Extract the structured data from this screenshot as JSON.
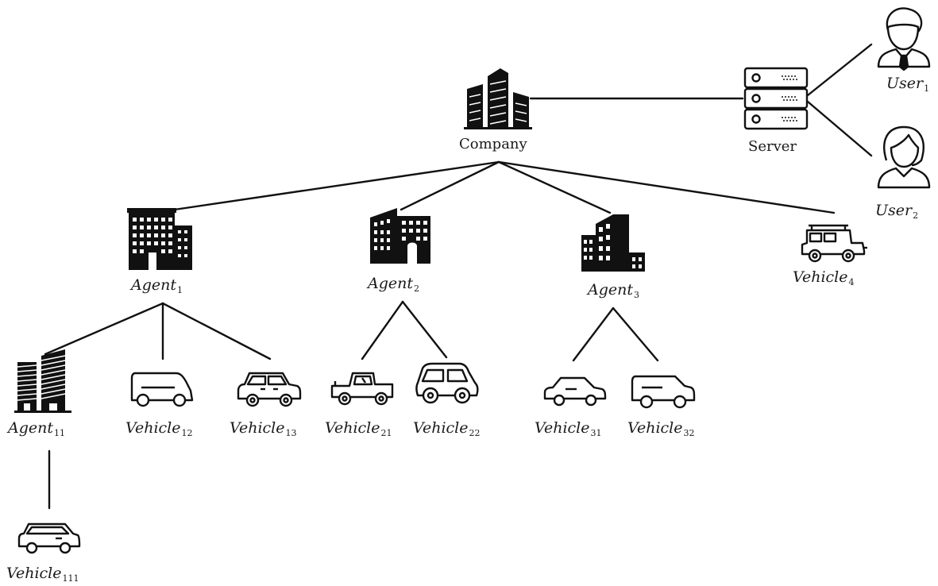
{
  "nodes": {
    "company": {
      "label": "Company",
      "icon": "office-towers-icon"
    },
    "server": {
      "label": "Server",
      "icon": "server-rack-icon"
    },
    "user1": {
      "name": "User",
      "sub": "1",
      "icon": "man-avatar-icon"
    },
    "user2": {
      "name": "User",
      "sub": "2",
      "icon": "woman-avatar-icon"
    },
    "agent1": {
      "name": "Agent",
      "sub": "1",
      "icon": "office-building-icon"
    },
    "agent2": {
      "name": "Agent",
      "sub": "2",
      "icon": "office-building-icon"
    },
    "agent3": {
      "name": "Agent",
      "sub": "3",
      "icon": "city-buildings-icon"
    },
    "vehicle4": {
      "name": "Vehicle",
      "sub": "4",
      "icon": "jeep-icon"
    },
    "agent11": {
      "name": "Agent",
      "sub": "11",
      "icon": "skyscrapers-icon"
    },
    "vehicle12": {
      "name": "Vehicle",
      "sub": "12",
      "icon": "van-icon"
    },
    "vehicle13": {
      "name": "Vehicle",
      "sub": "13",
      "icon": "car-icon"
    },
    "vehicle21": {
      "name": "Vehicle",
      "sub": "21",
      "icon": "pickup-truck-icon"
    },
    "vehicle22": {
      "name": "Vehicle",
      "sub": "22",
      "icon": "car-front-icon"
    },
    "vehicle31": {
      "name": "Vehicle",
      "sub": "31",
      "icon": "sedan-icon"
    },
    "vehicle32": {
      "name": "Vehicle",
      "sub": "32",
      "icon": "suv-icon"
    },
    "vehicle111": {
      "name": "Vehicle",
      "sub": "111",
      "icon": "hatchback-icon"
    }
  },
  "edges": [
    [
      "company",
      "server"
    ],
    [
      "server",
      "user1"
    ],
    [
      "server",
      "user2"
    ],
    [
      "company",
      "agent1"
    ],
    [
      "company",
      "agent2"
    ],
    [
      "company",
      "agent3"
    ],
    [
      "company",
      "vehicle4"
    ],
    [
      "agent1",
      "agent11"
    ],
    [
      "agent1",
      "vehicle12"
    ],
    [
      "agent1",
      "vehicle13"
    ],
    [
      "agent2",
      "vehicle21"
    ],
    [
      "agent2",
      "vehicle22"
    ],
    [
      "agent3",
      "vehicle31"
    ],
    [
      "agent3",
      "vehicle32"
    ],
    [
      "agent11",
      "vehicle111"
    ]
  ]
}
